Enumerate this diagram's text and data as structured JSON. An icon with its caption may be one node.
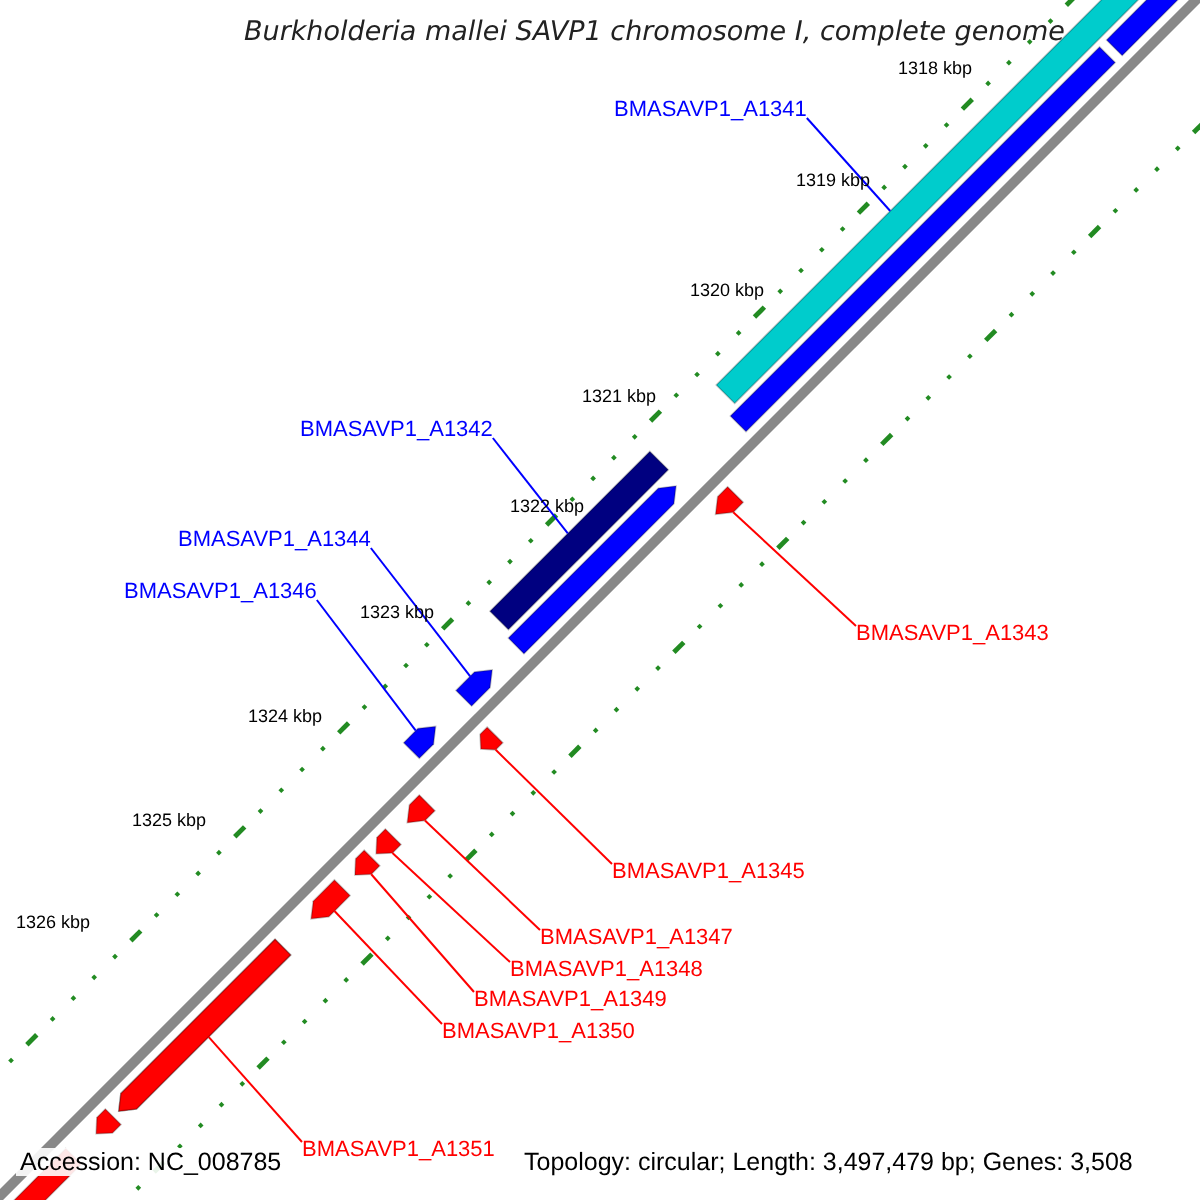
{
  "diagram": {
    "title": "Burkholderia mallei SAVP1 chromosome I, complete genome",
    "nodes": [
      {
        "text": [
          "BMASAVP1_A1341"
        ]
      },
      {
        "text": [
          "BMASAVP1_A1342"
        ]
      },
      {
        "text": [
          "BMASAVP1_A1344"
        ]
      },
      {
        "text": [
          "BMASAVP1_A1346"
        ]
      },
      {
        "text": [
          "BMASAVP1_A1343"
        ]
      },
      {
        "text": [
          "BMASAVP1_A1345"
        ]
      },
      {
        "text": [
          "BMASAVP1_A1347"
        ]
      },
      {
        "text": [
          "BMASAVP1_A1348"
        ]
      },
      {
        "text": [
          "BMASAVP1_A1349"
        ]
      },
      {
        "text": [
          "BMASAVP1_A1350"
        ]
      },
      {
        "text": [
          "BMASAVP1_A1351"
        ]
      },
      {
        "text": [],
        "shape": "box"
      },
      {
        "text": [],
        "shape": "box"
      },
      {
        "text": [],
        "shape": "pentagon"
      },
      {
        "text": [],
        "shape": "pentagon"
      },
      {
        "text": [],
        "shape": "pentagon"
      },
      {
        "text": [],
        "shape": "pentagon"
      },
      {
        "text": [],
        "shape": "pentagon"
      },
      {
        "text": [],
        "shape": "pentagon"
      },
      {
        "text": [],
        "shape": "pentagon"
      },
      {
        "text": [],
        "shape": "pentagon"
      },
      {
        "text": [],
        "shape": "pentagon"
      },
      {
        "text": [],
        "shape": "pentagon"
      },
      {
        "text": [],
        "shape": "pentagon"
      },
      {
        "text": [],
        "shape": "box"
      },
      {
        "text": [],
        "shape": "pentagon"
      },
      {
        "text": [],
        "shape": "pentagon"
      },
      {
        "text": [],
        "shape": "pentagon"
      }
    ],
    "edges": [
      {
        "from": 0,
        "to": 11,
        "arrow": "none",
        "color": "#0000ff"
      },
      {
        "from": 1,
        "to": 12,
        "arrow": "none",
        "color": "#0000ff"
      },
      {
        "from": 2,
        "to": 13,
        "arrow": "none",
        "color": "#0000ff"
      },
      {
        "from": 3,
        "to": 14,
        "arrow": "none",
        "color": "#0000ff"
      },
      {
        "from": 4,
        "to": 15,
        "arrow": "none",
        "color": "#ff0000"
      },
      {
        "from": 5,
        "to": 16,
        "arrow": "none",
        "color": "#ff0000"
      },
      {
        "from": 6,
        "to": 17,
        "arrow": "none",
        "color": "#ff0000"
      },
      {
        "from": 7,
        "to": 18,
        "arrow": "none",
        "color": "#ff0000"
      },
      {
        "from": 8,
        "to": 19,
        "arrow": "none",
        "color": "#ff0000"
      },
      {
        "from": 9,
        "to": 20,
        "arrow": "none",
        "color": "#ff0000"
      },
      {
        "from": 10,
        "to": 21,
        "arrow": "none",
        "color": "#ff0000"
      }
    ],
    "labels": [
      "1318 kbp",
      "1319 kbp",
      "1320 kbp",
      "1321 kbp",
      "1322 kbp",
      "1323 kbp",
      "1324 kbp",
      "1325 kbp",
      "1326 kbp",
      "Accession: NC_008785",
      "Topology: circular; Length: 3,497,479 bp; Genes: 3,508"
    ]
  }
}
